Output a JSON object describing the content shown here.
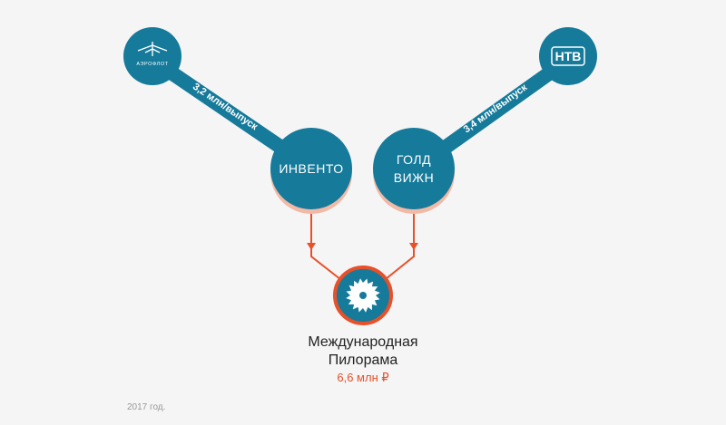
{
  "nodes": {
    "aeroflot": {
      "logo_text": "АЭРОФЛОТ"
    },
    "ntv": {
      "logo_text": "НТВ"
    },
    "invento": {
      "label": "ИНВЕНТО"
    },
    "gold_vision": {
      "line1": "ГОЛД",
      "line2": "ВИЖН"
    },
    "sawmill": {
      "title_line1": "Международная",
      "title_line2": "Пилорама",
      "amount": "6,6 млн ₽"
    }
  },
  "flows": {
    "aeroflot_to_invento": "3,2 млн/выпуск",
    "ntv_to_gold_vision": "3,4 млн/выпуск"
  },
  "footer": {
    "year": "2017 год."
  },
  "colors": {
    "node_blue": "#167a9a",
    "node_shadow": "#0e5f7a",
    "accent_orange": "#e8502a",
    "background": "#f5f5f5"
  }
}
